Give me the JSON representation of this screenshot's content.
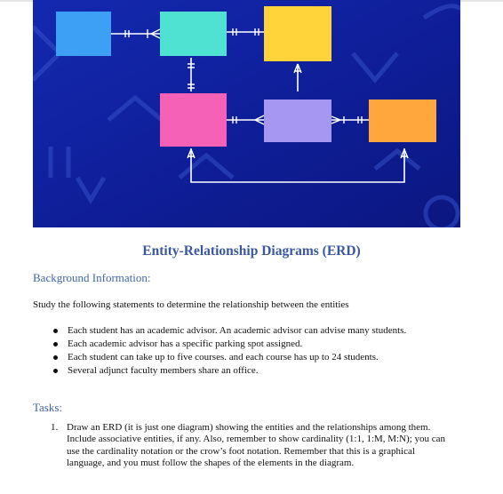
{
  "banner": {
    "colors": {
      "background": "#0f1f9a",
      "entity_blue": "#3ea0f5",
      "entity_teal": "#4fe2d2",
      "entity_yellow": "#ffd43a",
      "entity_pink": "#f561b6",
      "entity_purple": "#a698f2",
      "entity_orange": "#ffa73c"
    }
  },
  "document": {
    "title": "Entity-Relationship Diagrams (ERD)",
    "background_heading": "Background Information:",
    "intro": "Study the following statements to determine the relationship between the entities",
    "bullets": [
      "Each student has an academic advisor. An academic advisor can advise many students.",
      "Each academic advisor has a specific parking spot assigned.",
      "Each student can take up to five courses. and each course has up to 24 students.",
      "Several adjunct faculty members share an office."
    ],
    "tasks_heading": "Tasks:",
    "task_number": "1.",
    "task_text": "Draw an ERD (it is just one diagram) showing the entities and the relationships among them. Include associative entities, if any. Also, remember to show cardinality (1:1, 1:M, M:N); you can use the cardinality notation or the crow’s foot notation. Remember that this is a graphical language, and you must follow the shapes of the elements in the diagram."
  }
}
